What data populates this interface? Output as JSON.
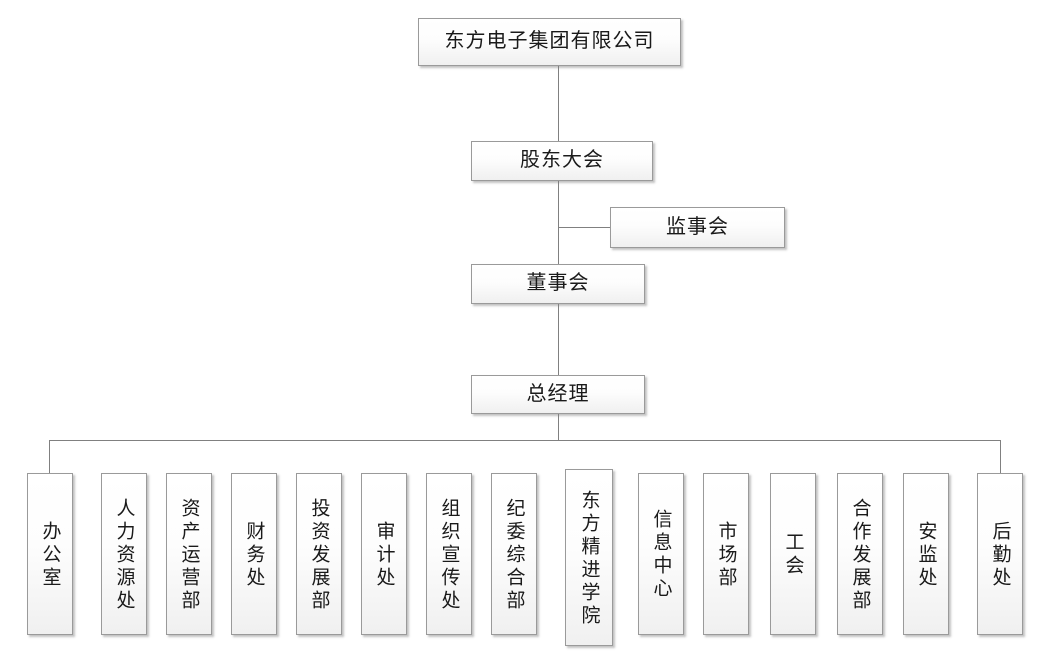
{
  "chart": {
    "title_node": {
      "text": "东方电子集团有限公司"
    },
    "levels": [
      {
        "id": "shareholders",
        "text": "股东大会"
      },
      {
        "id": "supervisors",
        "text": "监事会"
      },
      {
        "id": "board",
        "text": "董事会"
      },
      {
        "id": "general-manager",
        "text": "总经理"
      }
    ],
    "departments": [
      {
        "text": "办公室"
      },
      {
        "text": "人力资源处"
      },
      {
        "text": "资产运营部"
      },
      {
        "text": "财务处"
      },
      {
        "text": "投资发展部"
      },
      {
        "text": "审计处"
      },
      {
        "text": "组织宣传处"
      },
      {
        "text": "纪委综合部"
      },
      {
        "text": "东方精进学院"
      },
      {
        "text": "信息中心"
      },
      {
        "text": "市场部"
      },
      {
        "text": "工会"
      },
      {
        "text": "合作发展部"
      },
      {
        "text": "安监处"
      },
      {
        "text": "后勤处"
      }
    ],
    "colors": {
      "box_border": "#9a9a9a",
      "box_fill_top": "#ffffff",
      "box_fill_bottom": "#f0f0f0",
      "connector": "#808080",
      "text": "#1a1a1a",
      "background": "#ffffff"
    }
  }
}
